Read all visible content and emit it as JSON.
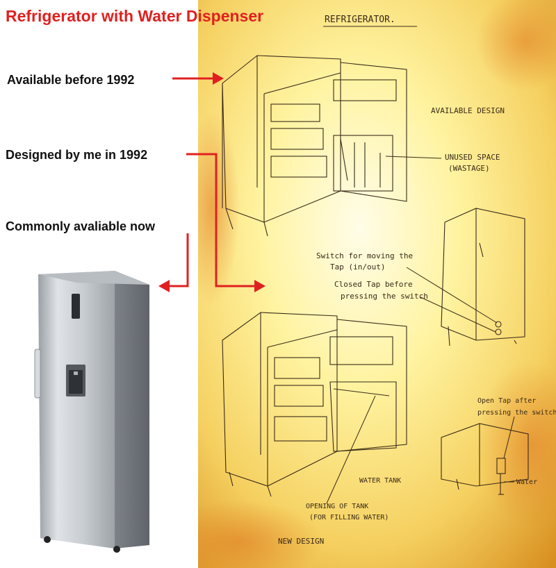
{
  "title": "Refrigerator with Water Dispenser",
  "labels": {
    "before": "Available before 1992",
    "designed": "Designed by me in 1992",
    "now": "Commonly avaliable now"
  },
  "sketch": {
    "heading": "REFRIGERATOR.",
    "available_design": "AVAILABLE DESIGN",
    "unused_space_1": "UNUSED SPACE",
    "unused_space_2": "(WASTAGE)",
    "switch_1": "Switch for moving the",
    "switch_2": "Tap (in/out)",
    "closed_tap_1": "Closed Tap before",
    "closed_tap_2": "pressing the switch",
    "open_tap_1": "Open Tap after",
    "open_tap_2": "pressing the switch",
    "water": "Water",
    "water_tank": "WATER TANK",
    "opening_1": "OPENING OF TANK",
    "opening_2": "(FOR FILLING WATER)",
    "new_design": "NEW DESIGN"
  },
  "colors": {
    "title": "#e02020",
    "arrow": "#e02020",
    "paper_light": "#fff6b0",
    "paper_dark": "#e8b040",
    "ink": "#3a2a18"
  }
}
